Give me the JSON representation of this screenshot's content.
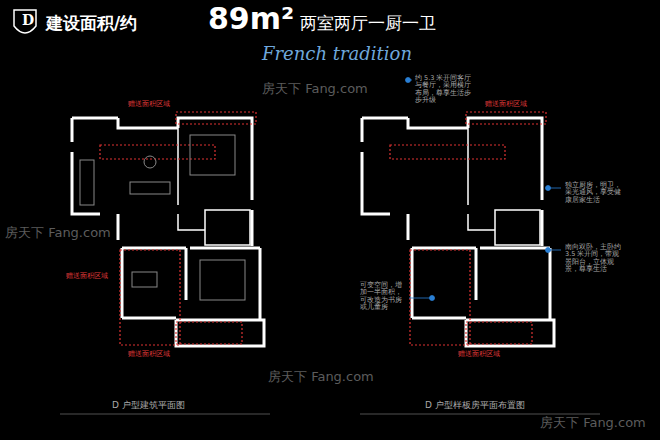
{
  "diagram": {
    "title": "建设面积/约",
    "nodes": [
      {
        "text": [
          "D"
        ]
      }
    ],
    "labels": [
      "89m²",
      "两室两厅一厨一卫",
      "French tradition",
      "赠送面积区域",
      "赠送面积区域",
      "赠送面积区域",
      "赠送面积区域",
      "赠送面积区域",
      "约 5.3 米开间客厅与餐厅，采用横厅布局，尊享生活步步升级",
      "独立厨房，明卫，采光通风，享受健康居家生活",
      "南向双卧，主卧约 3.5 米开间，带观景阳台，立体观景，尊享生活",
      "可变空间，增加一半面积，可改造为书房或儿童房",
      "D 户型建筑平面图",
      "D 户型样板房平面布置图",
      "房天下 Fang.com",
      "房天下 Fang.com",
      "房天下 Fang.com",
      "房天下 Fang.com"
    ]
  }
}
